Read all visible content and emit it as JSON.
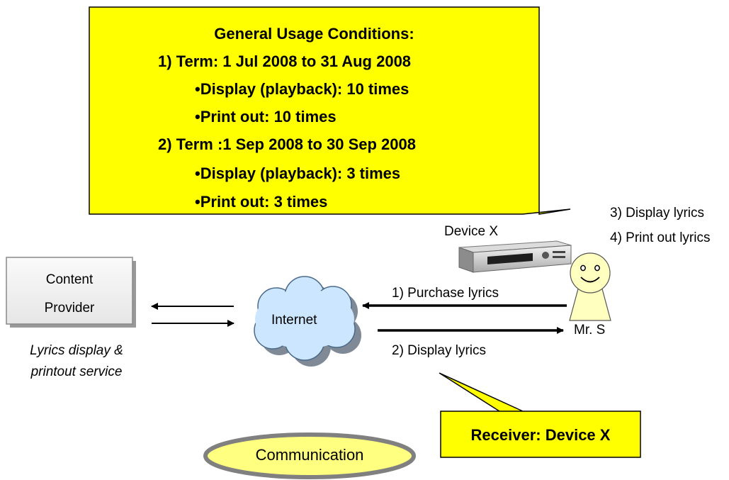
{
  "conditions": {
    "title": "General Usage Conditions:",
    "term1": "1) Term: 1 Jul 2008 to 31 Aug 2008",
    "term1_display": "•Display (playback): 10 times",
    "term1_print": "•Print out: 10 times",
    "term2": "2) Term :1 Sep 2008 to 30 Sep 2008",
    "term2_display": "•Display (playback): 3 times",
    "term2_print": "•Print out: 3 times"
  },
  "provider": {
    "line1": "Content",
    "line2": "Provider",
    "service1": "Lyrics display &",
    "service2": "printout service"
  },
  "internet_label": "Internet",
  "device_label": "Device X",
  "user_label": "Mr. S",
  "steps": {
    "purchase": "1) Purchase lyrics",
    "display": "2) Display lyrics",
    "user_display": "3) Display lyrics",
    "user_print": "4) Print out lyrics"
  },
  "receiver_label": "Receiver: Device X",
  "communication_label": "Communication",
  "colors": {
    "callout_fill": "#ffff00",
    "ellipse_fill": "#ffff80",
    "ellipse_stroke": "#808080",
    "cloud_fill": "#cde6ff",
    "provider_fill": "#f0f0f0"
  }
}
